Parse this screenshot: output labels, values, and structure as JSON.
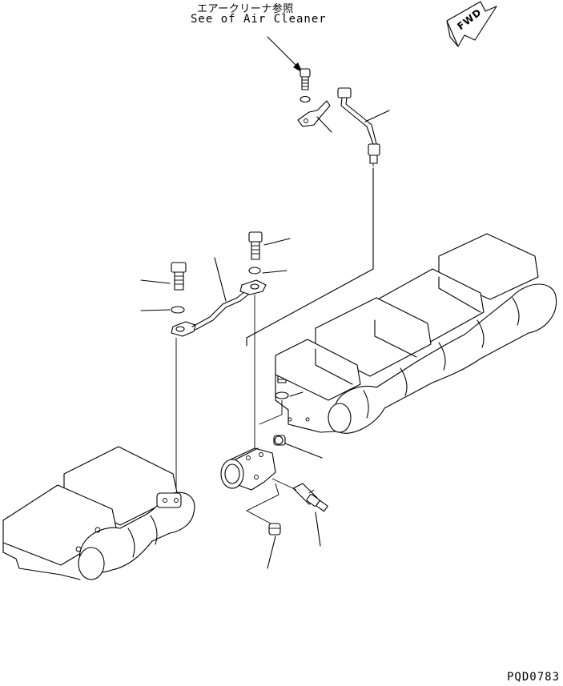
{
  "note": {
    "japanese": "エアークリーナ参照",
    "english": "See of Air Cleaner"
  },
  "fwd_label": "FWD",
  "drawing_code": "PQD0783"
}
